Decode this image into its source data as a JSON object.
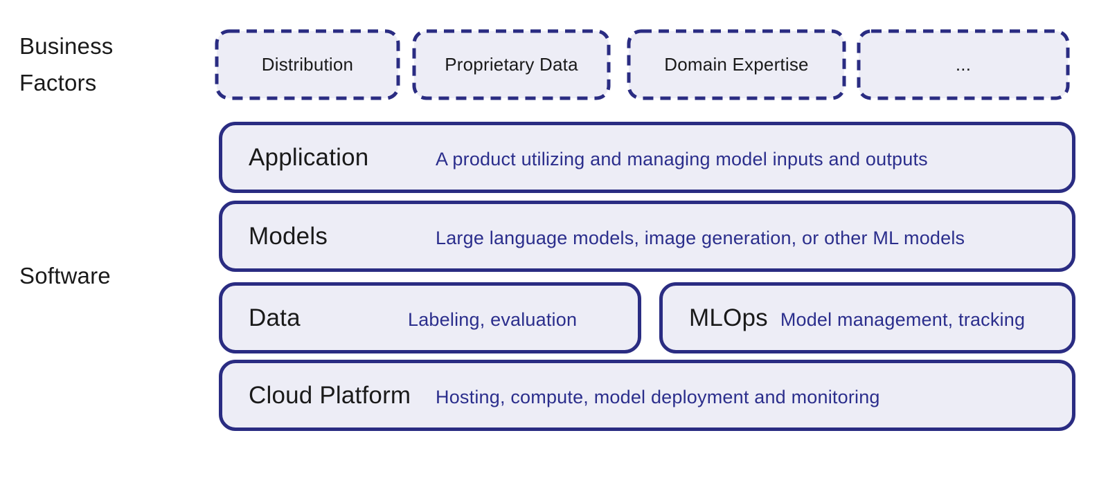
{
  "colors": {
    "navy_border": "#2a2c82",
    "navy_text": "#2b2e8c",
    "box_fill": "#ededf6",
    "heading_text": "#1a1a1a",
    "background": "#ffffff"
  },
  "left_labels": {
    "business_factors_line1": "Business",
    "business_factors_line2": "Factors",
    "software": "Software"
  },
  "business_factors": {
    "items": [
      {
        "label": "Distribution"
      },
      {
        "label": "Proprietary Data"
      },
      {
        "label": "Domain Expertise"
      },
      {
        "label": "..."
      }
    ]
  },
  "software_layers": [
    {
      "title": "Application",
      "description": "A product utilizing and managing model inputs and outputs"
    },
    {
      "title": "Models",
      "description": "Large language models, image generation, or other ML models"
    },
    {
      "title": "Data",
      "description": "Labeling, evaluation"
    },
    {
      "title": "MLOps",
      "description": "Model management, tracking"
    },
    {
      "title": "Cloud Platform",
      "description": "Hosting, compute, model deployment and monitoring"
    }
  ]
}
